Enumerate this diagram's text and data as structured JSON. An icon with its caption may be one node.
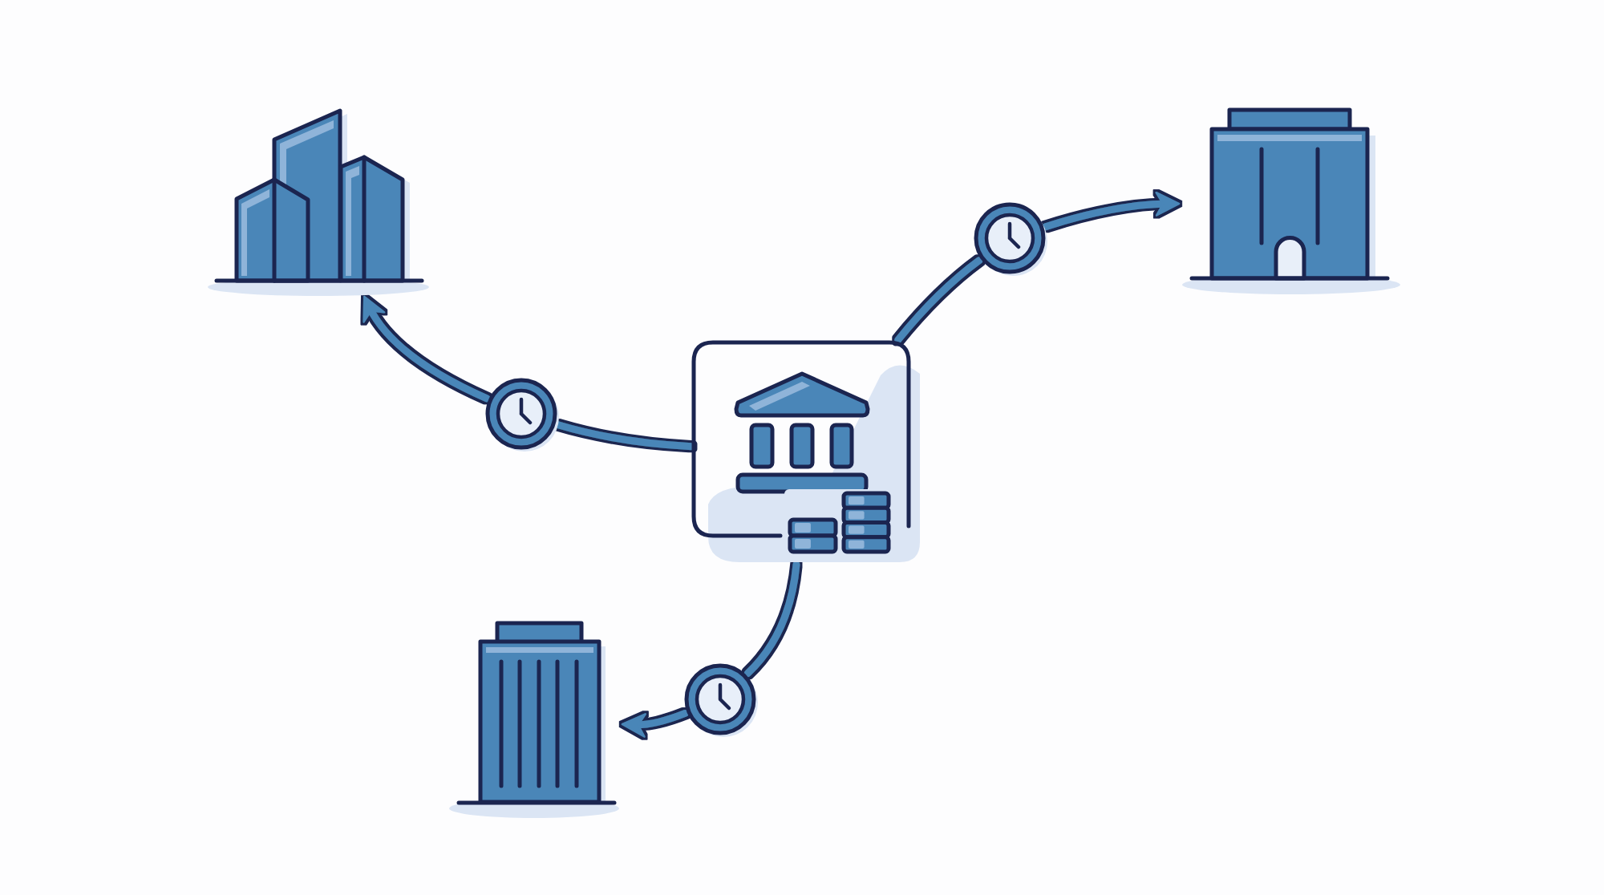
{
  "diagram": {
    "nodes": [
      {
        "text": [],
        "shape": "picture"
      },
      {
        "text": [],
        "shape": "picture"
      },
      {
        "text": [],
        "shape": "picture"
      },
      {
        "text": [],
        "shape": "picture"
      },
      {
        "text": [],
        "shape": "picture"
      },
      {
        "text": [],
        "shape": "picture"
      },
      {
        "text": [],
        "shape": "picture"
      }
    ],
    "edges": [
      {
        "from": 4,
        "to": 3,
        "arrow": "none"
      },
      {
        "from": 3,
        "to": 0,
        "arrow": "to"
      },
      {
        "from": 4,
        "to": 2,
        "arrow": "none"
      },
      {
        "from": 2,
        "to": 1,
        "arrow": "to"
      },
      {
        "from": 4,
        "to": 5,
        "arrow": "none"
      },
      {
        "from": 5,
        "to": 6,
        "arrow": "to"
      }
    ]
  }
}
